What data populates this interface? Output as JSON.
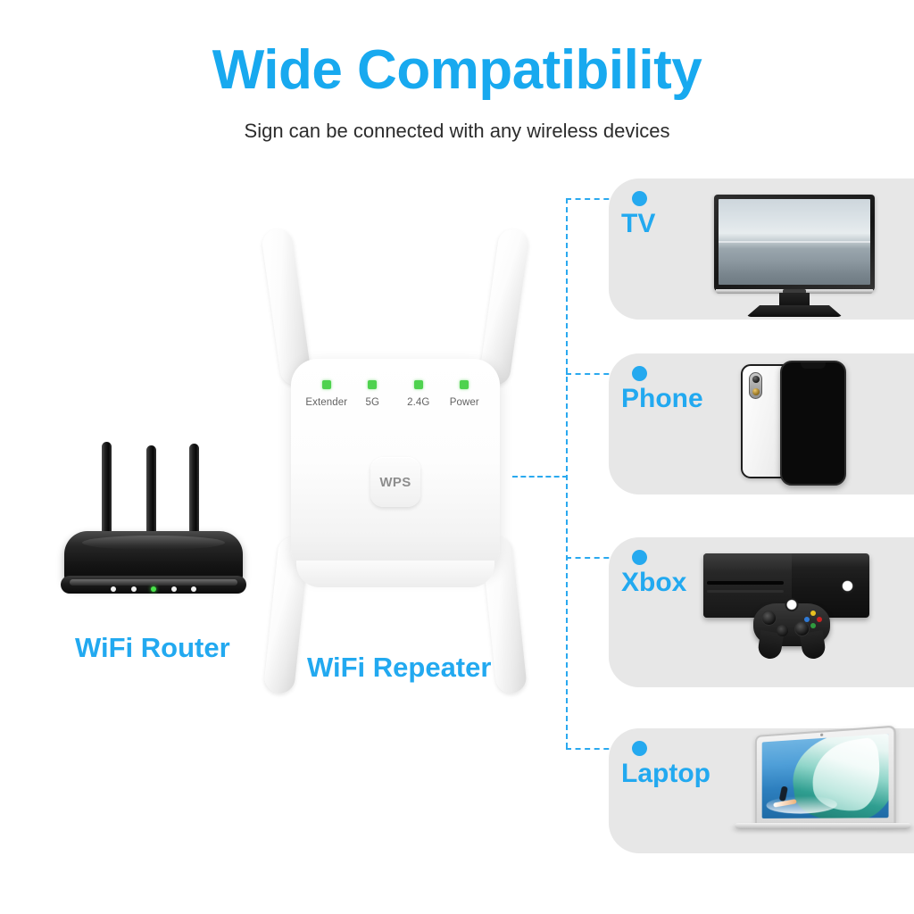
{
  "header": {
    "title": "Wide Compatibility",
    "subtitle": "Sign can be connected with any wireless devices",
    "title_color": "#18a9ef",
    "subtitle_color": "#2c2c2c"
  },
  "colors": {
    "accent_blue": "#22a9f0",
    "connector_blue": "#2aa9ef",
    "card_bg": "#e7e7e7",
    "led_green": "#4fd24f",
    "page_bg": "#ffffff"
  },
  "router": {
    "label": "WiFi Router",
    "antenna_count": 3,
    "led_count": 5,
    "active_led_index": 2
  },
  "repeater": {
    "label": "WiFi Repeater",
    "antenna_count": 4,
    "wps_button_label": "WPS",
    "leds": [
      {
        "label": "Extender",
        "state": "on",
        "color": "#4fd24f"
      },
      {
        "label": "5G",
        "state": "on",
        "color": "#4fd24f"
      },
      {
        "label": "2.4G",
        "state": "on",
        "color": "#4fd24f"
      },
      {
        "label": "Power",
        "state": "on",
        "color": "#4fd24f"
      }
    ]
  },
  "devices": [
    {
      "label": "TV",
      "icon": "television-icon",
      "screen_content": "misty ocean horizon"
    },
    {
      "label": "Phone",
      "icon": "smartphone-icon",
      "screen_content": "black display"
    },
    {
      "label": "Xbox",
      "icon": "game-console-icon",
      "screen_content": "console and controller"
    },
    {
      "label": "Laptop",
      "icon": "laptop-icon",
      "screen_content": "surfer riding a wave"
    }
  ]
}
